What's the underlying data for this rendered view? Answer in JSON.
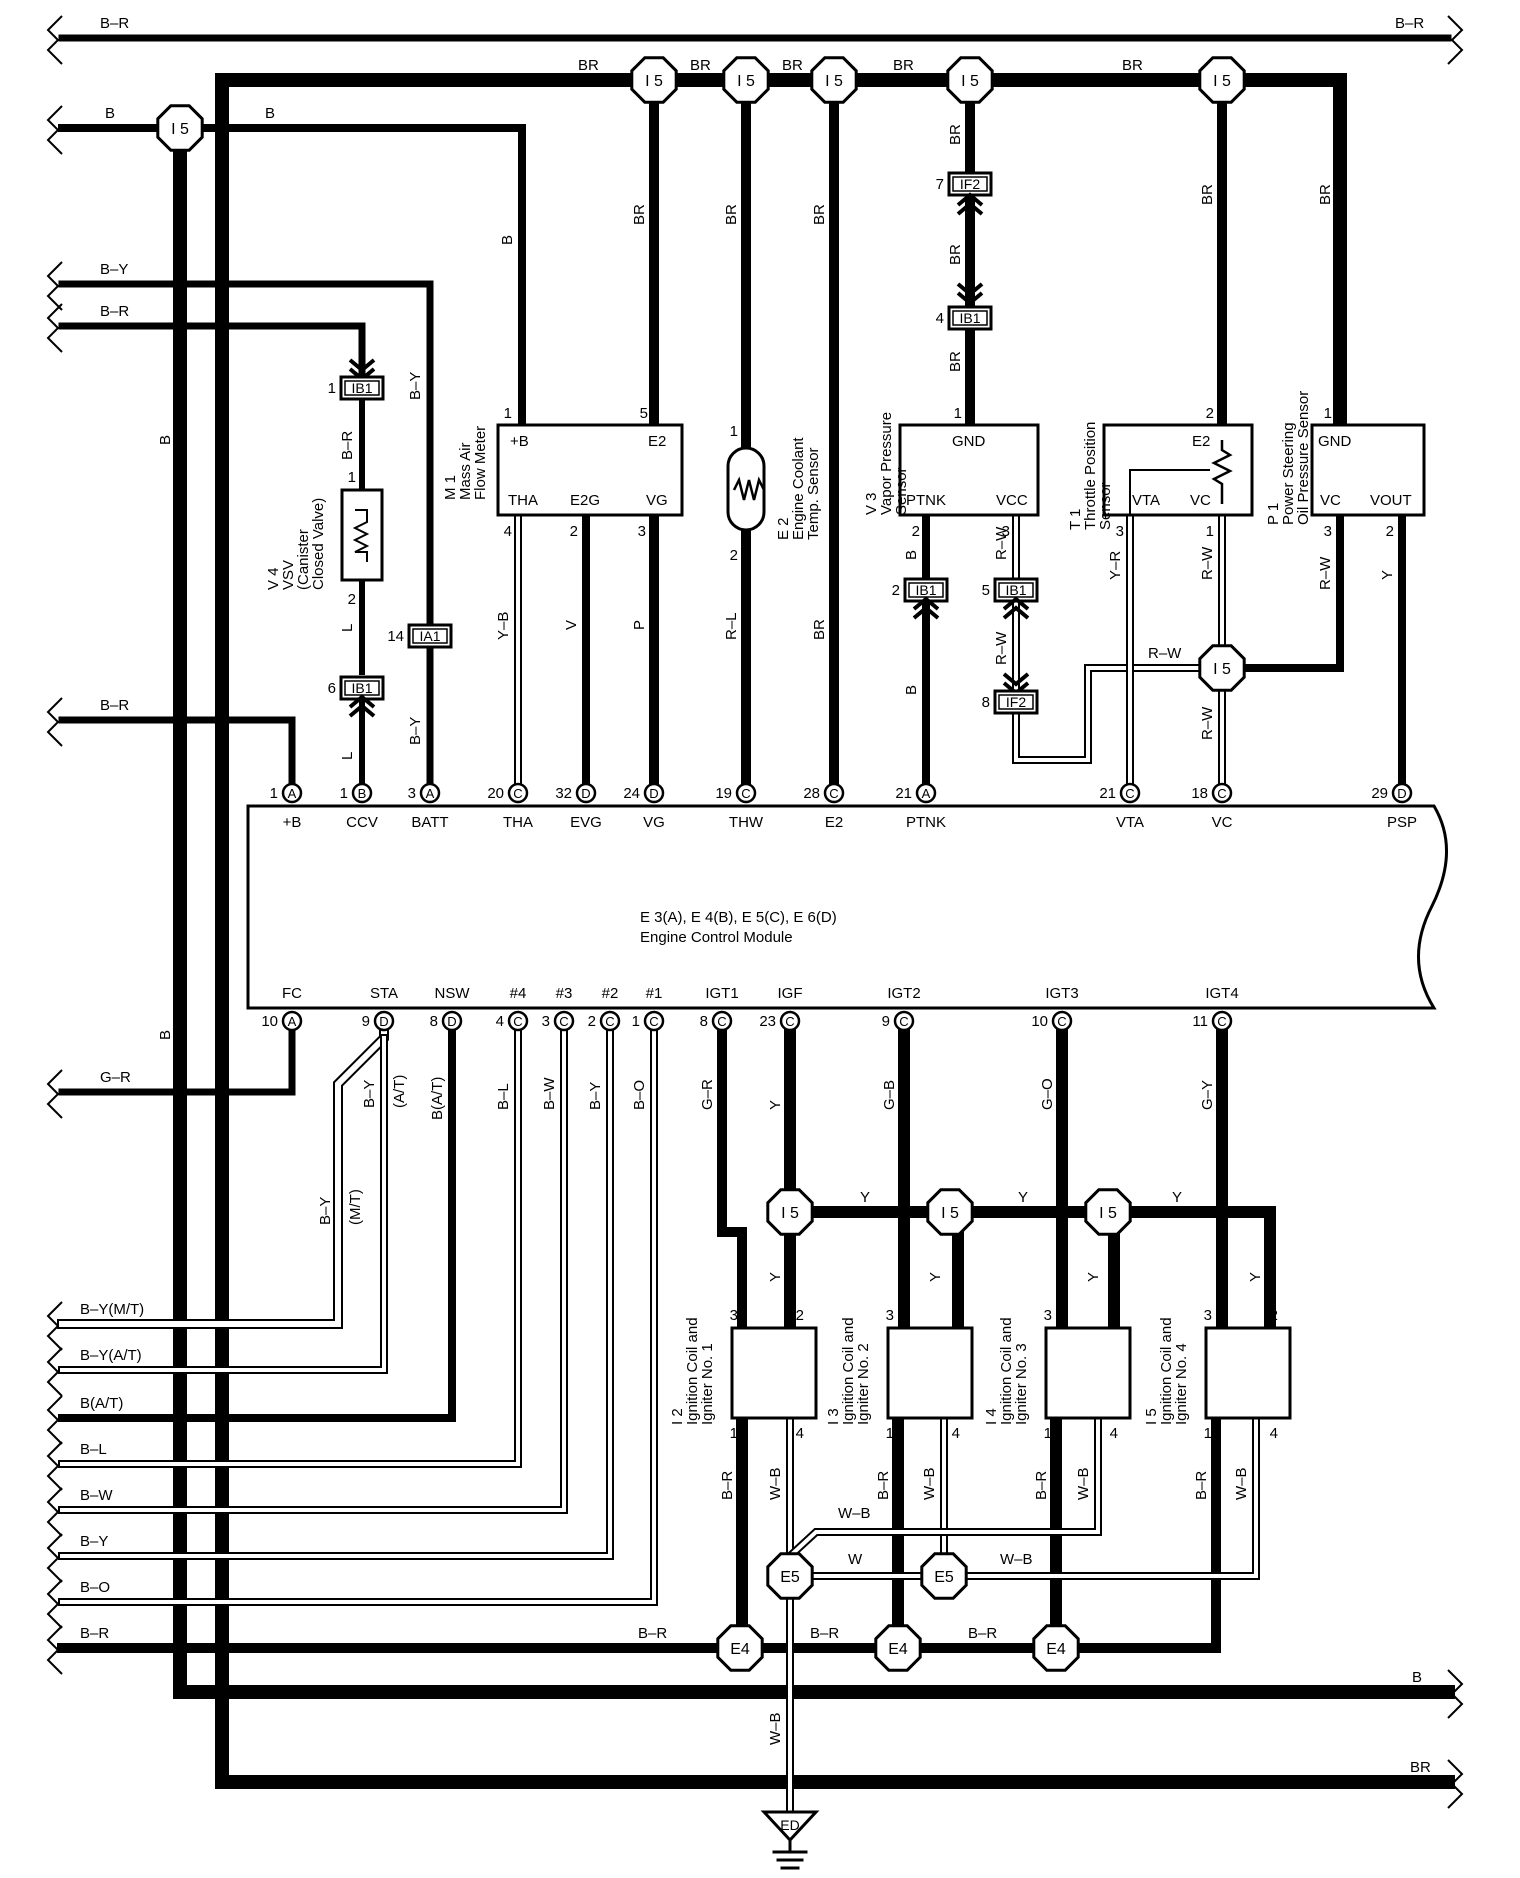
{
  "ecm": {
    "name": "E 3(A), E 4(B), E 5(C), E 6(D)",
    "subtitle": "Engine Control Module"
  },
  "top_terminals": [
    {
      "pin": "1",
      "conn": "A",
      "label": "+B"
    },
    {
      "pin": "1",
      "conn": "B",
      "label": "CCV"
    },
    {
      "pin": "3",
      "conn": "A",
      "label": "BATT"
    },
    {
      "pin": "20",
      "conn": "C",
      "label": "THA"
    },
    {
      "pin": "32",
      "conn": "D",
      "label": "EVG"
    },
    {
      "pin": "24",
      "conn": "D",
      "label": "VG"
    },
    {
      "pin": "19",
      "conn": "C",
      "label": "THW"
    },
    {
      "pin": "28",
      "conn": "C",
      "label": "E2"
    },
    {
      "pin": "21",
      "conn": "A",
      "label": "PTNK"
    },
    {
      "pin": "21",
      "conn": "C",
      "label": "VTA"
    },
    {
      "pin": "18",
      "conn": "C",
      "label": "VC"
    },
    {
      "pin": "29",
      "conn": "D",
      "label": "PSP"
    }
  ],
  "bottom_terminals": [
    {
      "pin": "10",
      "conn": "A",
      "label": "FC"
    },
    {
      "pin": "9",
      "conn": "D",
      "label": "STA"
    },
    {
      "pin": "8",
      "conn": "D",
      "label": "NSW"
    },
    {
      "pin": "4",
      "conn": "C",
      "label": "#4"
    },
    {
      "pin": "3",
      "conn": "C",
      "label": "#3"
    },
    {
      "pin": "2",
      "conn": "C",
      "label": "#2"
    },
    {
      "pin": "1",
      "conn": "C",
      "label": "#1"
    },
    {
      "pin": "8",
      "conn": "C",
      "label": "IGT1"
    },
    {
      "pin": "23",
      "conn": "C",
      "label": "IGF"
    },
    {
      "pin": "9",
      "conn": "C",
      "label": "IGT2"
    },
    {
      "pin": "10",
      "conn": "C",
      "label": "IGT3"
    },
    {
      "pin": "11",
      "conn": "C",
      "label": "IGT4"
    }
  ],
  "left_buses": [
    "B–R",
    "B",
    "B–Y",
    "B–R",
    "B–R",
    "G–R",
    "B–Y(M/T)",
    "B–Y(A/T)",
    "B(A/T)",
    "B–L",
    "B–W",
    "B–Y",
    "B–O",
    "B–R"
  ],
  "right_buses": [
    "B–R",
    "B",
    "BR"
  ],
  "junctions": {
    "i5": "I 5",
    "e4": "E4",
    "e5": "E5",
    "ed": "ED"
  },
  "connectors": {
    "ib1": "IB1",
    "if2": "IF2",
    "ia1": "IA1"
  },
  "components": {
    "vsv": [
      "V 4",
      "VSV",
      "(Canister",
      "Closed Valve)"
    ],
    "maf": [
      "M 1",
      "Mass Air",
      "Flow Meter"
    ],
    "maf_pins": [
      "+B",
      "E2",
      "THA",
      "E2G",
      "VG"
    ],
    "ect": [
      "E 2",
      "Engine Coolant",
      "Temp. Sensor"
    ],
    "vps": [
      "V 3",
      "Vapor Pressure",
      "Sensor"
    ],
    "vps_pins": [
      "GND",
      "PTNK",
      "VCC"
    ],
    "tps": [
      "T 1",
      "Throttle Position",
      "Sensor"
    ],
    "tps_pins": [
      "E2",
      "VTA",
      "VC"
    ],
    "psp": [
      "P 1",
      "Power Steering",
      "Oil Pressure Sensor"
    ],
    "psp_pins": [
      "GND",
      "VC",
      "VOUT"
    ],
    "coils": [
      [
        "I 2",
        "Ignition Coil and",
        "Igniter No. 1"
      ],
      [
        "I 3",
        "Ignition Coil and",
        "Igniter No. 2"
      ],
      [
        "I 4",
        "Ignition Coil and",
        "Igniter No. 3"
      ],
      [
        "I 5",
        "Ignition Coil and",
        "Igniter No. 4"
      ]
    ]
  },
  "wire_colors": {
    "br": "BR",
    "b": "B",
    "by": "B–Y",
    "br_red": "B–R",
    "l": "L",
    "yb": "Y–B",
    "v": "V",
    "p": "P",
    "rl": "R–L",
    "rw": "R–W",
    "yr": "Y–R",
    "y": "Y",
    "gr": "G–R",
    "gb": "G–B",
    "go": "G–O",
    "gy": "G–Y",
    "bl": "B–L",
    "bw": "B–W",
    "bo": "B–O",
    "wb": "W–B",
    "w": "W",
    "mt": "(M/T)",
    "at": "(A/T)",
    "bat": "B(A/T)"
  }
}
